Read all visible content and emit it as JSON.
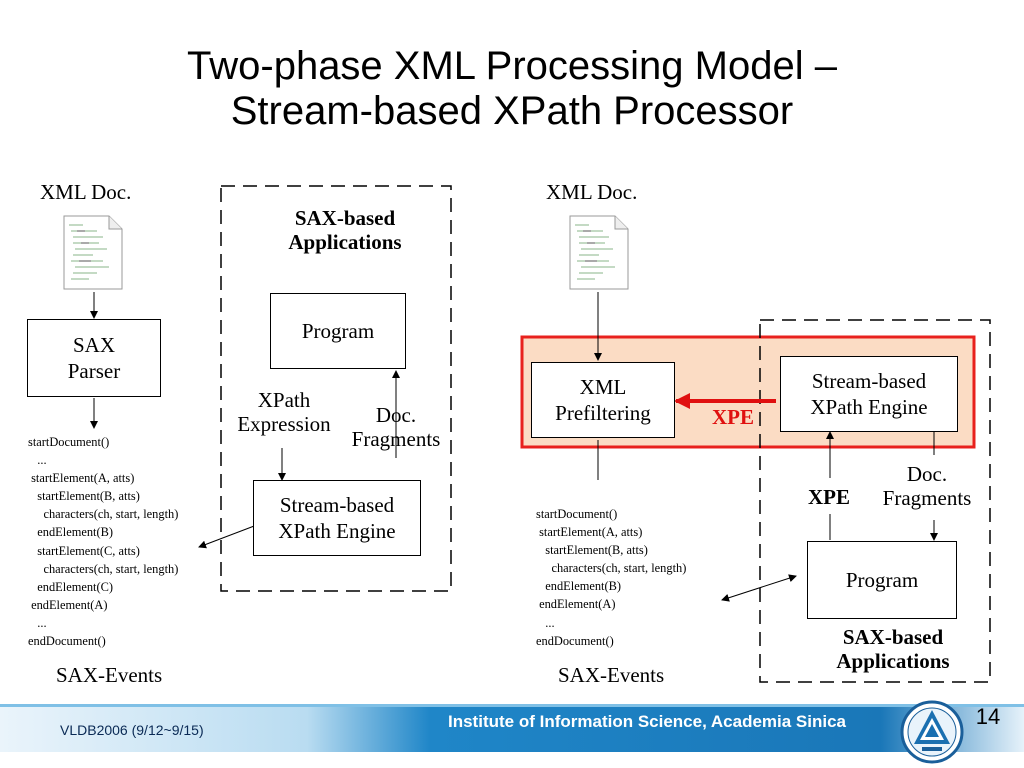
{
  "slide": {
    "title_line1": "Two-phase XML Processing Model –",
    "title_line2": "Stream-based XPath Processor",
    "page_number": "14"
  },
  "left": {
    "xml_doc": "XML Doc.",
    "sax_parser_line1": "SAX",
    "sax_parser_line2": "Parser",
    "events": "startDocument()\n   ...\n startElement(A, atts)\n   startElement(B, atts)\n     characters(ch, start, length)\n   endElement(B)\n   startElement(C, atts)\n     characters(ch, start, length)\n   endElement(C)\n endElement(A)\n   ...\nendDocument()",
    "sax_events": "SAX-Events",
    "apps_line1": "SAX-based",
    "apps_line2": "Applications",
    "program": "Program",
    "xpath_line1": "XPath",
    "xpath_line2": "Expression",
    "docfrag_line1": "Doc.",
    "docfrag_line2": "Fragments",
    "engine_line1": "Stream-based",
    "engine_line2": "XPath Engine"
  },
  "right": {
    "xml_doc": "XML Doc.",
    "prefilter_line1": "XML",
    "prefilter_line2": "Prefiltering",
    "xpe_red": "XPE",
    "engine_line1": "Stream-based",
    "engine_line2": "XPath Engine",
    "xpe_black": "XPE",
    "docfrag_line1": "Doc.",
    "docfrag_line2": "Fragments",
    "program": "Program",
    "apps_line1": "SAX-based",
    "apps_line2": "Applications",
    "events": "startDocument()\n startElement(A, atts)\n   startElement(B, atts)\n     characters(ch, start, length)\n   endElement(B)\n endElement(A)\n   ...\nendDocument()",
    "sax_events": "SAX-Events"
  },
  "footer": {
    "conference": "VLDB2006 (9/12~9/15)",
    "institute": "Institute of Information Science, Academia Sinica"
  },
  "colors": {
    "highlight_border": "#e8211d",
    "highlight_fill": "#fbdcc4",
    "xpe_red": "#e01010",
    "footer_band": "#1f86c8"
  }
}
